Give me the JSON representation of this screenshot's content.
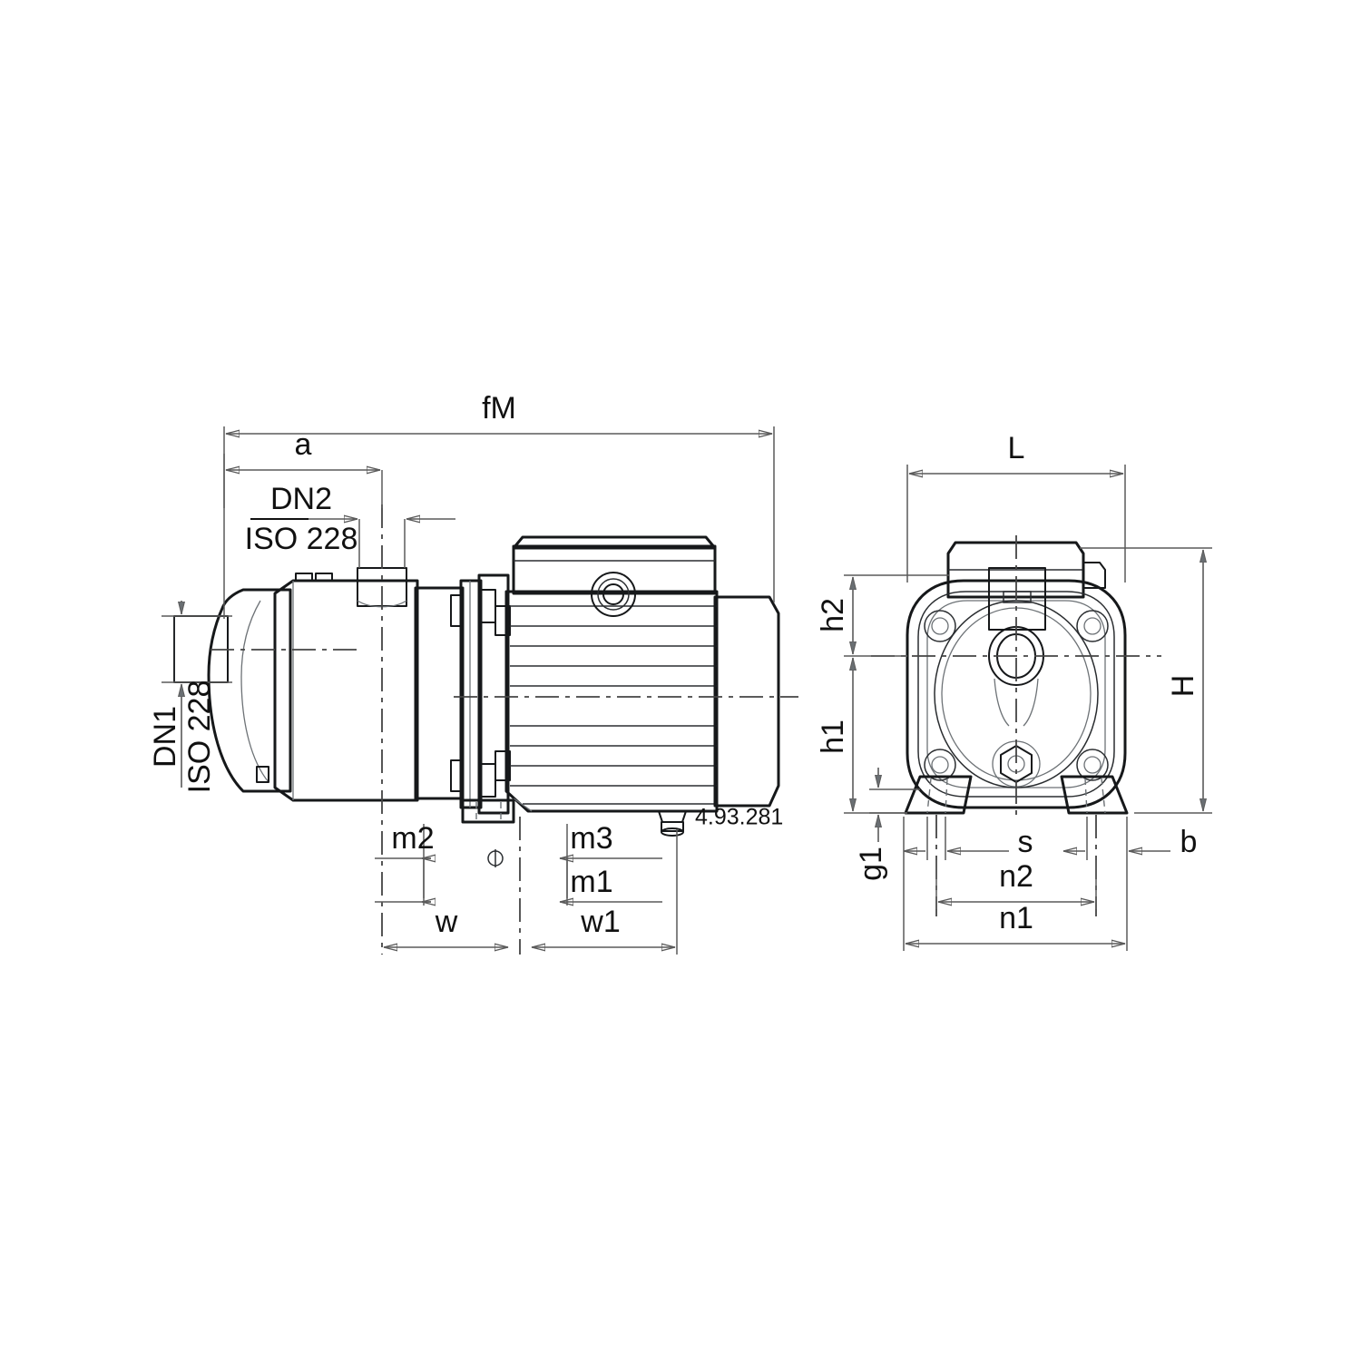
{
  "drawing": {
    "part_number": "4.93.281",
    "colors": {
      "motor_blue": "#A3D4E6",
      "motor_blue_dark": "#7FBDD4",
      "body_gray_light": "#F2F3F4",
      "body_gray": "#D3D6D9",
      "body_gray_dark": "#A8ACB0",
      "outline": "#16181a",
      "dimension": "#5a5a5a",
      "text": "#111111",
      "background": "#ffffff"
    },
    "views": [
      {
        "id": "side-view",
        "name": "side-elevation"
      },
      {
        "id": "front-view",
        "name": "front-elevation"
      }
    ],
    "dimensions": {
      "overall_length": "fM",
      "suction_offset": "a",
      "discharge_port": "DN2",
      "discharge_standard": "ISO 228",
      "suction_port": "DN1",
      "suction_standard": "ISO 228",
      "foot_hole_left": "m2",
      "foot_hole_right": "m3",
      "foot_hole_span": "m1",
      "base_left": "w",
      "base_right": "w1",
      "width": "L",
      "height": "H",
      "height_upper": "h2",
      "height_lower": "h1",
      "foot_thickness": "g1",
      "foot_slot": "s",
      "foot_edge": "b",
      "foot_span_inner": "n2",
      "foot_span_outer": "n1"
    },
    "labels": [
      {
        "key": "fM",
        "text": "fM",
        "orientation": "horizontal"
      },
      {
        "key": "a",
        "text": "a",
        "orientation": "horizontal"
      },
      {
        "key": "DN2",
        "text": "DN2",
        "orientation": "horizontal"
      },
      {
        "key": "ISO228_2",
        "text": "ISO 228",
        "orientation": "horizontal"
      },
      {
        "key": "DN1",
        "text": "DN1",
        "orientation": "vertical"
      },
      {
        "key": "ISO228_1",
        "text": "ISO 228",
        "orientation": "vertical"
      },
      {
        "key": "m2",
        "text": "m2",
        "orientation": "horizontal"
      },
      {
        "key": "m3",
        "text": "m3",
        "orientation": "horizontal"
      },
      {
        "key": "m1",
        "text": "m1",
        "orientation": "horizontal"
      },
      {
        "key": "w",
        "text": "w",
        "orientation": "horizontal"
      },
      {
        "key": "w1",
        "text": "w1",
        "orientation": "horizontal"
      },
      {
        "key": "L",
        "text": "L",
        "orientation": "horizontal"
      },
      {
        "key": "H",
        "text": "H",
        "orientation": "vertical"
      },
      {
        "key": "h2",
        "text": "h2",
        "orientation": "vertical"
      },
      {
        "key": "h1",
        "text": "h1",
        "orientation": "vertical"
      },
      {
        "key": "g1",
        "text": "g1",
        "orientation": "vertical"
      },
      {
        "key": "s",
        "text": "s",
        "orientation": "horizontal"
      },
      {
        "key": "b",
        "text": "b",
        "orientation": "horizontal"
      },
      {
        "key": "n2",
        "text": "n2",
        "orientation": "horizontal"
      },
      {
        "key": "n1",
        "text": "n1",
        "orientation": "horizontal"
      }
    ]
  }
}
